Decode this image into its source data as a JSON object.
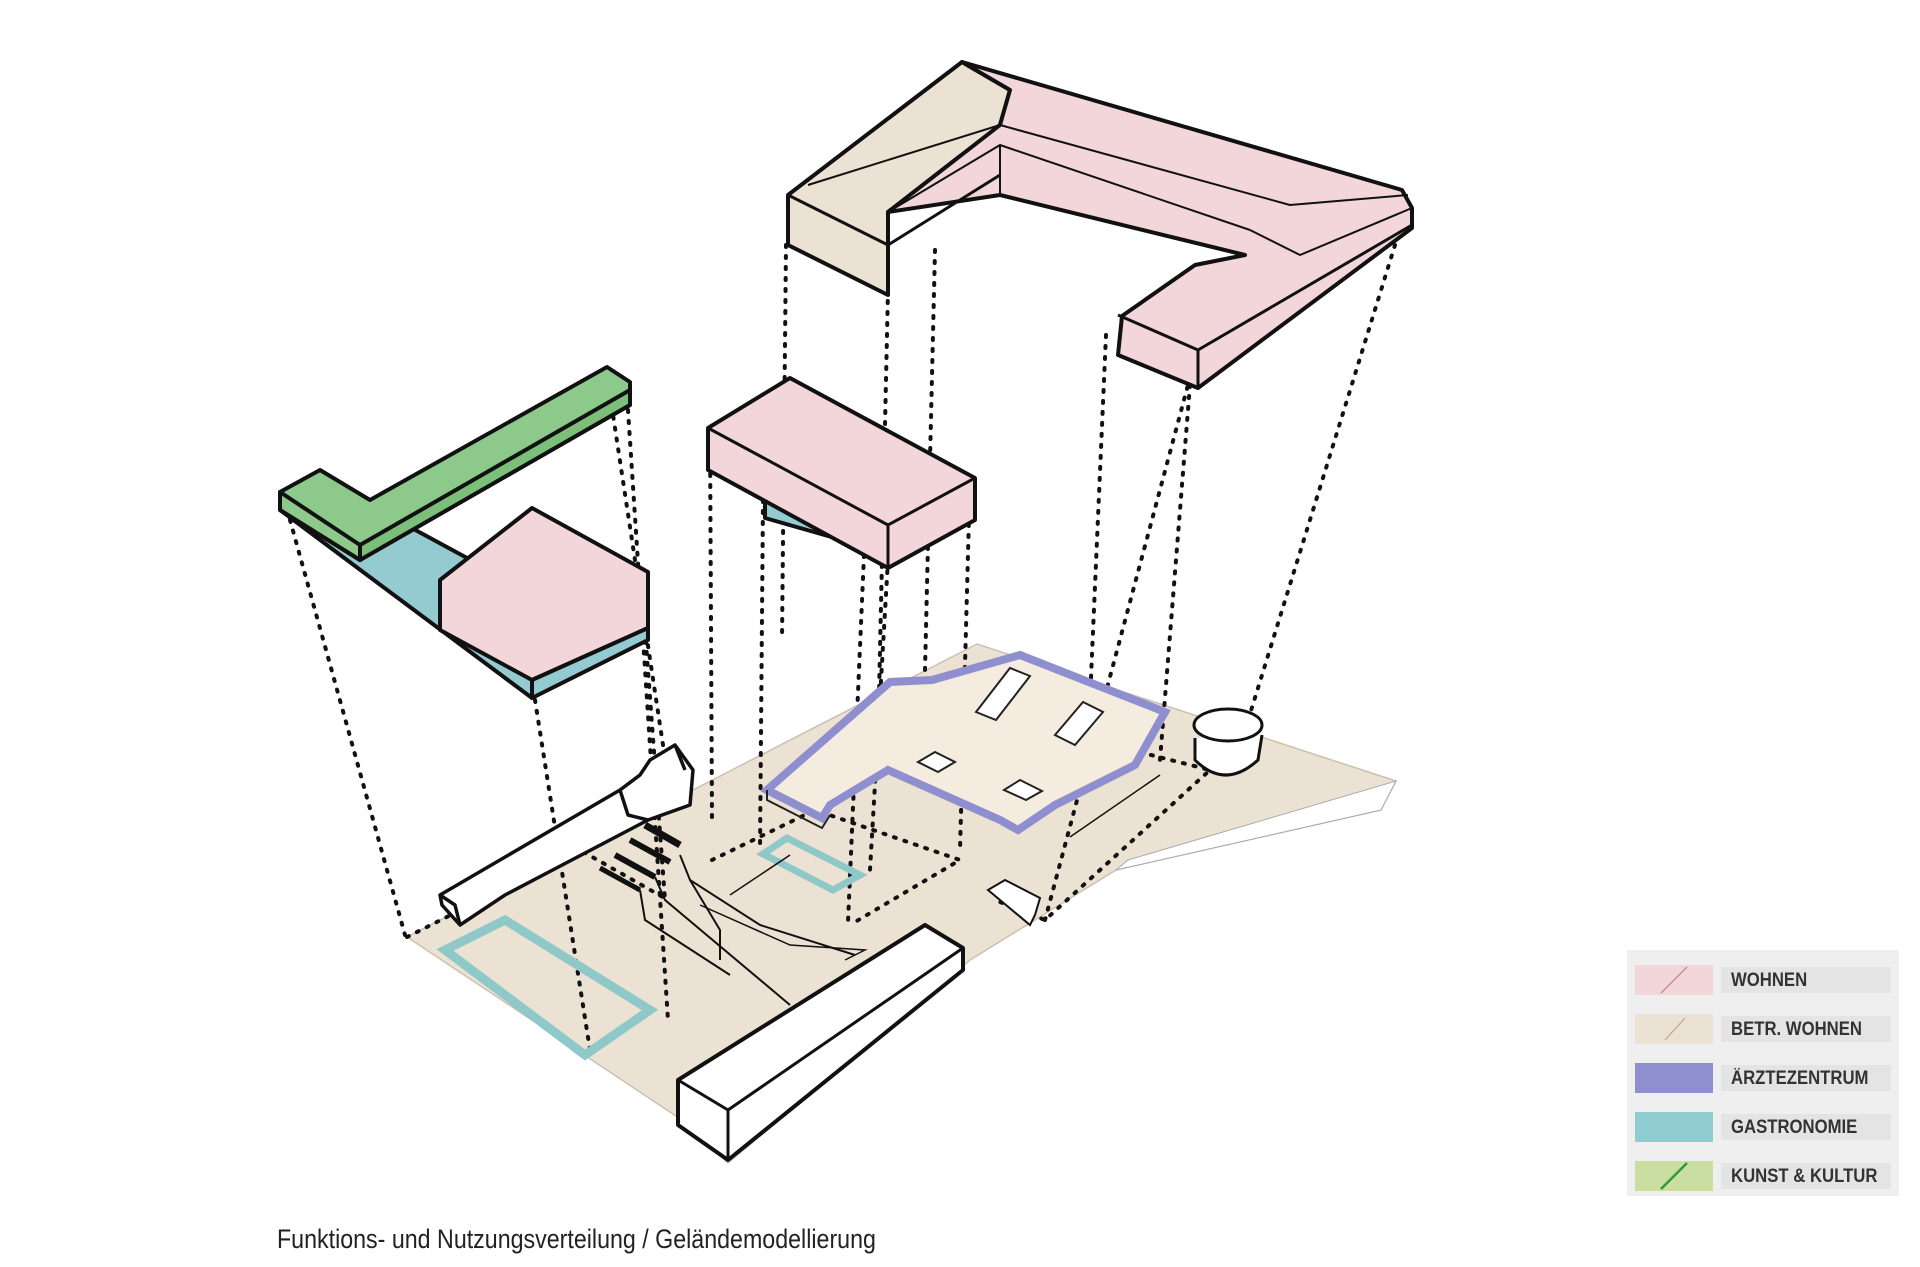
{
  "caption": "Funktions- und Nutzungsverteilung / Geländemodellierung",
  "legend": [
    {
      "key": "wohnen",
      "label": "WOHNEN",
      "color": "#f2d6da",
      "stroke": "#c98a92"
    },
    {
      "key": "betr_wohnen",
      "label": "BETR. WOHNEN",
      "color": "#ece2d3",
      "stroke": "#c2a888"
    },
    {
      "key": "aerztezentrum",
      "label": "ÄRZTEZENTRUM",
      "color": "#8f8fd0",
      "stroke": null
    },
    {
      "key": "gastronomie",
      "label": "GASTRONOMIE",
      "color": "#8fcbcf",
      "stroke": null
    },
    {
      "key": "kunst_kultur",
      "label": "KUNST & KULTUR",
      "color": "#c9dea0",
      "stroke": "#2e9a3a"
    }
  ],
  "colors": {
    "site": "#ece2d3",
    "wohnen": "#f2d6da",
    "betr_wohnen": "#ece2d3",
    "gastronomie": "#93cbd0",
    "kultur": "#8dc98a",
    "aerzte": "#8f8fd0",
    "gastro_outline": "#8ec8c8"
  }
}
